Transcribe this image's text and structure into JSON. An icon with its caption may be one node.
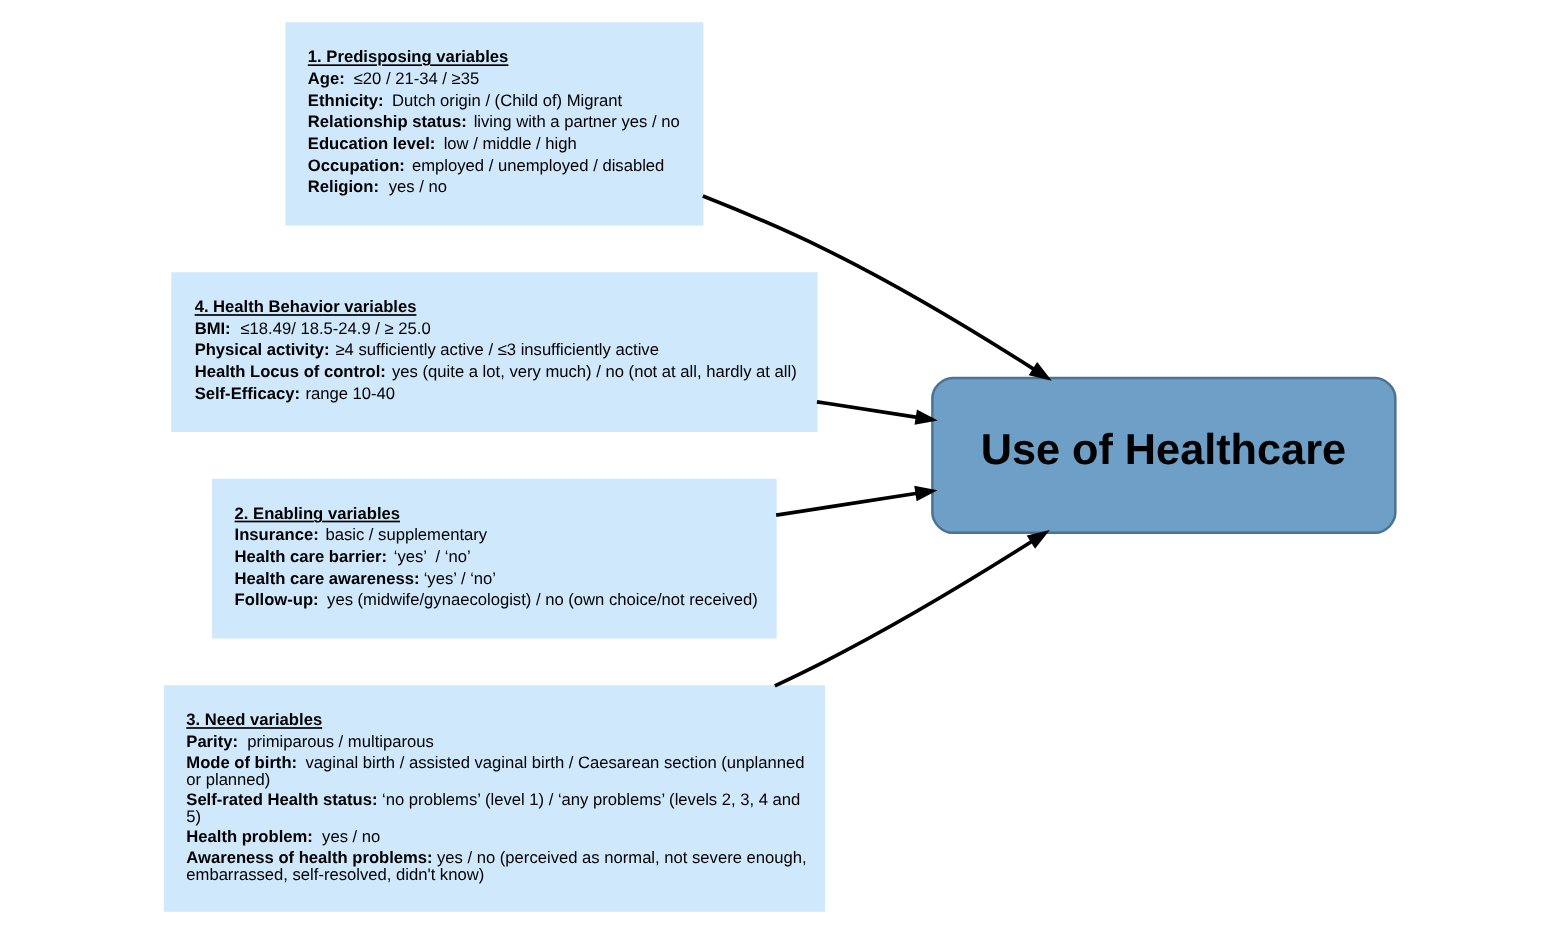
{
  "diagram": {
    "nodes": [
      {
        "text": [
          "1. Predisposing variables",
          "**Age:** ≤20 / 21-34 / ≥35",
          "**Ethnicity:** Dutch origin / (Child of) Migrant",
          "**Relationship status:** living with a partner yes / no",
          "**Education level:** low / middle / high",
          "**Occupation:** employed / unemployed / disabled",
          "**Religion:** yes / no"
        ]
      },
      {
        "text": [
          "4. Health Behavior variables",
          "**BMI:** ≤18.49/ 18.5-24.9 / ≥ 25.0",
          "**Physical activity:** ≥4 sufficiently active / ≤3 insufficiently active",
          "**Health Locus of control:** yes (quite a lot, very much) / no (not at all, hardly at all)",
          "**Self-Efficacy:** range 10-40"
        ]
      },
      {
        "text": [
          "2. Enabling variables",
          "**Insurance:** basic / supplementary",
          "**Health care barrier:** ‘yes’  / ‘no’",
          "**Health care awareness:** ‘yes’ / ‘no’",
          "**Follow-up:** yes (midwife/gynaecologist) / no (own choice/not received)"
        ]
      },
      {
        "text": [
          "Use of Healthcare"
        ]
      },
      {
        "text": [
          "3. Need variables",
          "**Parity:** primiparous / multiparous",
          "**Mode of birth:** vaginal birth / assisted vaginal birth / Caesarean section (unplanned or planned)",
          "**Self-rated Health status:** ‘no problems’ (level 1) / ‘any problems’ (levels 2, 3, 4 and 5)",
          "**Health problem:** yes / no",
          "**Awareness of health problems:** yes / no (perceived as normal, not severe enough, embarrassed, self-resolved, didn't know)"
        ]
      }
    ],
    "edges": [
      {
        "from": 0,
        "to": 3,
        "arrow": "to"
      },
      {
        "from": 1,
        "to": 3,
        "arrow": "to"
      },
      {
        "from": 2,
        "to": 3,
        "arrow": "to"
      },
      {
        "from": 4,
        "to": 3,
        "arrow": "to"
      }
    ]
  }
}
